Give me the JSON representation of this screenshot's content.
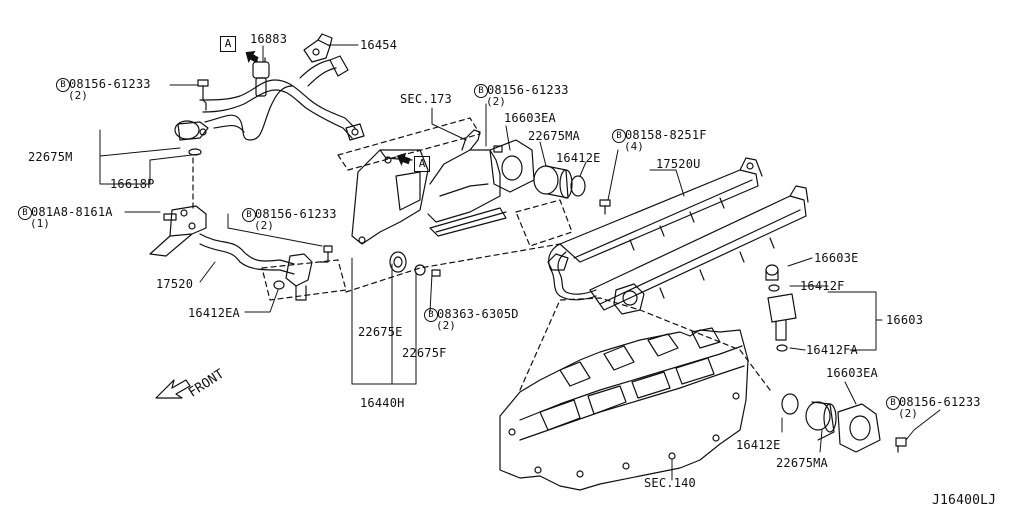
{
  "diagram_id": "J16400LJ",
  "direction_label": "FRONT",
  "view_marker": "A",
  "bolt_prefix": "B",
  "labels": {
    "p16883": "16883",
    "p16454": "16454",
    "bolt_tl": "08156-61233",
    "bolt_tl_qty": "(2)",
    "sec173": "SEC.173",
    "bolt_tc": "08156-61233",
    "bolt_tc_qty": "(2)",
    "p16603EA_top": "16603EA",
    "p22675MA_top": "22675MA",
    "p16412E_top": "16412E",
    "bolt_tr": "08158-8251F",
    "bolt_tr_qty": "(4)",
    "p17520U": "17520U",
    "p22675M": "22675M",
    "p16618P": "16618P",
    "bolt_left": "081A8-8161A",
    "bolt_left_qty": "(1)",
    "bolt_ml": "08156-61233",
    "bolt_ml_qty": "(2)",
    "p17520": "17520",
    "p16412EA": "16412EA",
    "p22675E": "22675E",
    "bolt_mid": "08363-6305D",
    "bolt_mid_qty": "(2)",
    "p22675F": "22675F",
    "p16440H": "16440H",
    "p16603E": "16603E",
    "p16412F": "16412F",
    "p16603": "16603",
    "p16412FA": "16412FA",
    "p16603EA_bot": "16603EA",
    "bolt_br": "08156-61233",
    "bolt_br_qty": "(2)",
    "p16412E_bot": "16412E",
    "p22675MA_bot": "22675MA",
    "sec140": "SEC.140"
  }
}
